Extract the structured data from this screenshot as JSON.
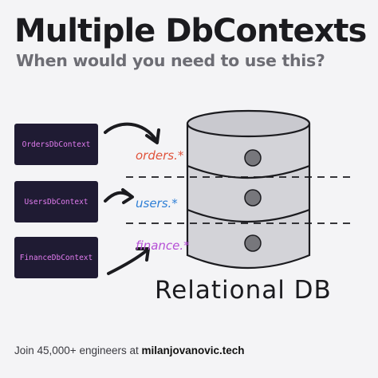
{
  "header": {
    "title": "Multiple DbContexts",
    "subtitle": "When would you need to use this?"
  },
  "contexts": [
    {
      "label": "OrdersDbContext",
      "schema": "orders.*",
      "schema_color": "#e0533b"
    },
    {
      "label": "UsersDbContext",
      "schema": "users.*",
      "schema_color": "#2f7fd6"
    },
    {
      "label": "FinanceDbContext",
      "schema": "finance.*",
      "schema_color": "#b54fd6"
    }
  ],
  "database": {
    "label": "Relational DB"
  },
  "footer": {
    "prefix": "Join 45,000+ engineers at",
    "link": "milanjovanovic.tech"
  },
  "colors": {
    "background": "#f4f4f6",
    "box": "#1f1b33",
    "box_text": "#e27cf0",
    "cylinder": "#d3d3d8"
  }
}
